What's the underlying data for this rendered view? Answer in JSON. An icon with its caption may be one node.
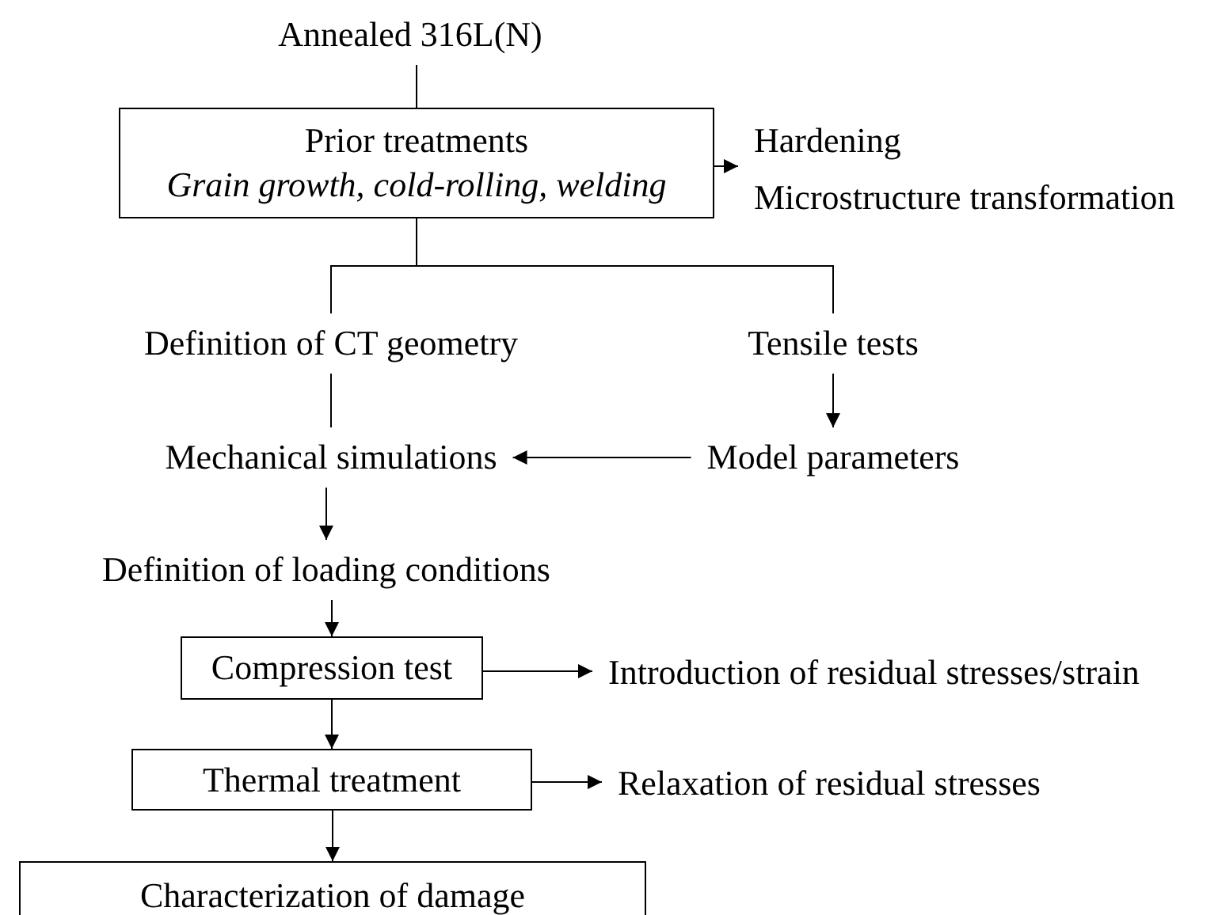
{
  "diagram": {
    "nodes": [
      {
        "text": [
          "Annealed 316L(N)"
        ]
      },
      {
        "text": [
          "Prior treatments",
          "Grain growth, cold-rolling, welding"
        ]
      },
      {
        "text": [
          "Hardening",
          "Microstructure transformation"
        ]
      },
      {
        "text": [
          "Definition of CT geometry"
        ]
      },
      {
        "text": [
          "Tensile tests"
        ]
      },
      {
        "text": [
          "Mechanical simulations"
        ]
      },
      {
        "text": [
          "Model parameters"
        ]
      },
      {
        "text": [
          "Definition of loading conditions"
        ]
      },
      {
        "text": [
          "Compression test"
        ]
      },
      {
        "text": [
          "Introduction of residual stresses/strain"
        ]
      },
      {
        "text": [
          "Thermal treatment"
        ]
      },
      {
        "text": [
          "Relaxation of residual stresses"
        ]
      },
      {
        "text": [
          "Characterization of damage"
        ]
      }
    ],
    "edges": [
      {
        "from": 0,
        "to": 1,
        "arrow": "none"
      },
      {
        "from": 1,
        "to": 2,
        "arrow": "to"
      },
      {
        "from": 1,
        "to": 3,
        "arrow": "none"
      },
      {
        "from": 1,
        "to": 4,
        "arrow": "none"
      },
      {
        "from": 3,
        "to": 5,
        "arrow": "none"
      },
      {
        "from": 4,
        "to": 6,
        "arrow": "to"
      },
      {
        "from": 6,
        "to": 5,
        "arrow": "to"
      },
      {
        "from": 5,
        "to": 7,
        "arrow": "to"
      },
      {
        "from": 7,
        "to": 8,
        "arrow": "to"
      },
      {
        "from": 8,
        "to": 9,
        "arrow": "to"
      },
      {
        "from": 8,
        "to": 10,
        "arrow": "to"
      },
      {
        "from": 10,
        "to": 11,
        "arrow": "to"
      },
      {
        "from": 10,
        "to": 12,
        "arrow": "to"
      }
    ]
  }
}
